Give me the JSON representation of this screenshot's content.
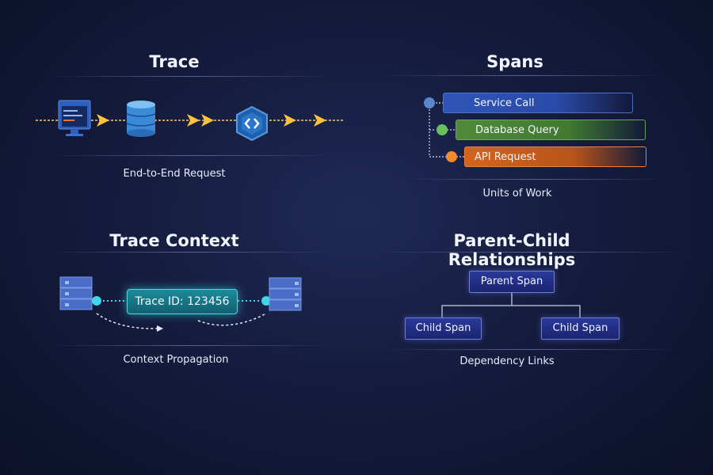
{
  "quadrants": {
    "trace": {
      "title": "Trace",
      "caption": "End-to-End Request",
      "icons": [
        "monitor-icon",
        "database-icon",
        "code-hexagon-icon"
      ],
      "flow_color": "#f5a623"
    },
    "spans": {
      "title": "Spans",
      "caption": "Units of Work",
      "items": [
        {
          "label": "Service Call",
          "color": "#2f55b8",
          "dot": "#5a86cc"
        },
        {
          "label": "Database Query",
          "color": "#4f8a3a",
          "dot": "#6cbf5a"
        },
        {
          "label": "API Request",
          "color": "#d4641c",
          "dot": "#f08a30"
        }
      ]
    },
    "context": {
      "title": "Trace Context",
      "caption": "Context Propagation",
      "tag_label": "Trace ID: 123456",
      "accent": "#3ed6e8"
    },
    "relationships": {
      "title": "Parent-Child Relationships",
      "caption": "Dependency Links",
      "parent": "Parent Span",
      "children": [
        "Child Span",
        "Child Span"
      ]
    }
  }
}
